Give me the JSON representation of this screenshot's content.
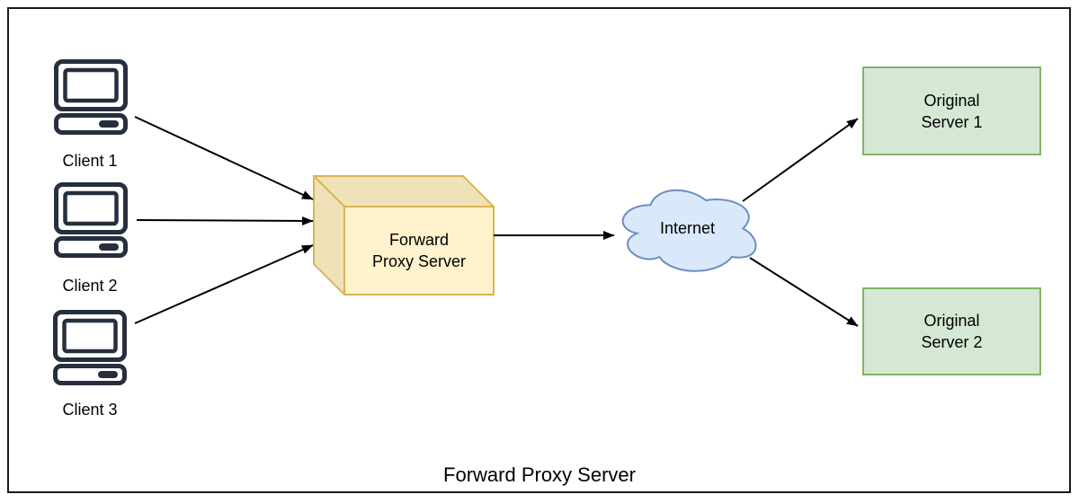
{
  "diagram": {
    "title_caption": "Forward Proxy Server",
    "clients": [
      {
        "label": "Client 1"
      },
      {
        "label": "Client 2"
      },
      {
        "label": "Client 3"
      }
    ],
    "proxy_box": {
      "line1": "Forward",
      "line2": "Proxy Server"
    },
    "internet_cloud": {
      "label": "Internet"
    },
    "origin_servers": [
      {
        "line1": "Original",
        "line2": "Server 1"
      },
      {
        "line1": "Original",
        "line2": "Server 2"
      }
    ],
    "colors": {
      "frame_border": "#1A1A1A",
      "client_icon": "#252F3E",
      "proxy_fill_front": "#FFF2CC",
      "proxy_fill_side": "#F0E2B8",
      "proxy_stroke": "#D6B656",
      "cloud_fill": "#DAE8FC",
      "cloud_stroke": "#6C8EBF",
      "server_fill": "#D5E8D4",
      "server_stroke": "#82B366",
      "arrow": "#000000",
      "text": "#000000"
    }
  }
}
